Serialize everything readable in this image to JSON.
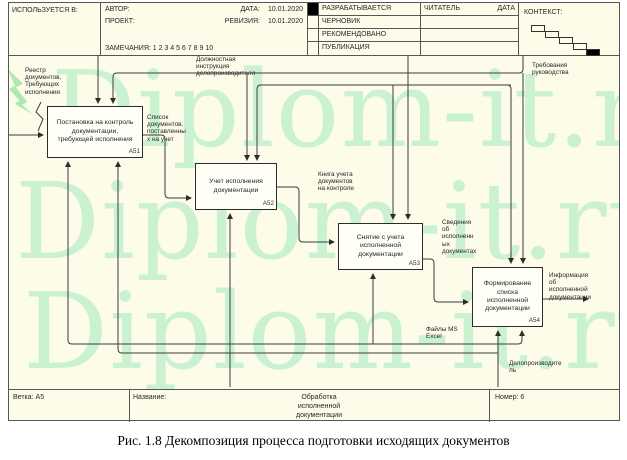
{
  "header": {
    "used_in_label": "ИСПОЛЬЗУЕТСЯ В:",
    "author_label": "АВТОР:",
    "date_label": "ДАТА:",
    "date_value": "10.01.2020",
    "project_label": "ПРОЕКТ:",
    "revision_label": "РЕВИЗИЯ:",
    "revision_value": "10.01.2020",
    "notes_label": "ЗАМЕЧАНИЯ:",
    "notes_numbers": "1 2 3 4 5 6 7 8 9 10",
    "status_rows": [
      "РАЗРАБАТЫВАЕТСЯ",
      "ЧЕРНОВИК",
      "РЕКОМЕНДОВАНО",
      "ПУБЛИКАЦИЯ"
    ],
    "reader_label": "ЧИТАТЕЛЬ",
    "reader_date_label": "ДАТА",
    "context_label": "КОНТЕКСТ:"
  },
  "activities": [
    {
      "id": "А51",
      "label": "Постановка на контроль\nдокументации,\nтребующей исполнения"
    },
    {
      "id": "А52",
      "label": "Учет исполнения\nдокументации"
    },
    {
      "id": "А53",
      "label": "Снятие с учета\nисполненной\nдокументации"
    },
    {
      "id": "А54",
      "label": "Формирование\nсписка\nисполненной\nдокументации"
    }
  ],
  "arrow_labels": {
    "reestr": "Реестр\nдокументов,\nТребующих\nисполнения",
    "dolzhnostnaya": "Должностная\nинструкция\nделопроизводителя",
    "trebovaniya": "Требования\nруководства",
    "spisok": "Список\nдокументов,\nпоставленны\nх  на учет",
    "kniga": "Книга учета\nдокументов\nна контроле",
    "svedeniya": "Сведения\nоб\nисполненн\nых\nдокументах",
    "informatsiya": "Информация\nоб\nисполненной\nдокументации",
    "fayly_ms_excel": "Файлы MS\nExcel",
    "deloproizvoditel": "Делопроизводите\nль"
  },
  "footer": {
    "vetka": "Ветка:  А5",
    "nazvanie_label": "Название:",
    "title": "Обработка\nисполненной\nдокументации",
    "nomer": "Номер:  6"
  },
  "caption": "Рис. 1.8 Декомпозиция процесса подготовки исходящих документов",
  "watermark": {
    "text": "Diplom-it.ru",
    "color": "#cbf2d0"
  }
}
